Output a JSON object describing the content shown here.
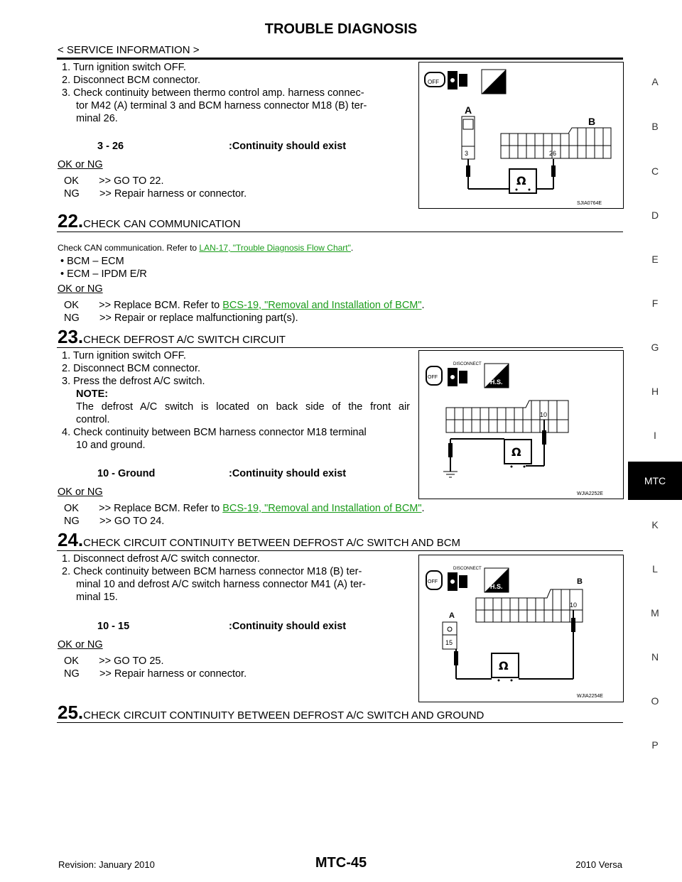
{
  "header": {
    "title": "TROUBLE DIAGNOSIS",
    "subtitle": "< SERVICE INFORMATION >"
  },
  "side_index": [
    "A",
    "B",
    "C",
    "D",
    "E",
    "F",
    "G",
    "H",
    "I",
    "MTC",
    "K",
    "L",
    "M",
    "N",
    "O",
    "P"
  ],
  "step21": {
    "lines": [
      "1.  Turn ignition switch OFF.",
      "2.  Disconnect BCM connector.",
      "3.  Check continuity between thermo control amp. harness connec-",
      "tor M42 (A) terminal 3 and BCM harness connector M18 (B) ter-",
      "minal 26."
    ],
    "spec_left": "3 - 26",
    "spec_right": ":Continuity should exist",
    "ok_ng": "OK or NG",
    "ok": "OK       >> GO TO 22.",
    "ng": "NG       >> Repair harness or connector.",
    "diagram_code": "SJIA0764E",
    "labels": {
      "a": "A",
      "b": "B",
      "t1": "3",
      "t2": "26"
    }
  },
  "step22": {
    "num": "22.",
    "title": "CHECK CAN COMMUNICATION",
    "intro": "Check CAN communication. Refer to ",
    "intro_link": "LAN-17, \"Trouble Diagnosis Flow Chart\"",
    "intro_end": ".",
    "bullets": [
      "BCM – ECM",
      "ECM – IPDM E/R"
    ],
    "ok_ng": "OK or NG",
    "ok_text": "OK       >> Replace BCM. Refer to ",
    "ok_link": "BCS-19, \"Removal and Installation of BCM\"",
    "ok_end": ".",
    "ng": "NG       >> Repair or replace malfunctioning part(s)."
  },
  "step23": {
    "num": "23.",
    "title": "CHECK DEFROST A/C SWITCH CIRCUIT",
    "lines": [
      "1.  Turn ignition switch OFF.",
      "2.  Disconnect BCM connector.",
      "3.  Press the defrost A/C switch."
    ],
    "note_label": "NOTE:",
    "note_1": "The defrost A/C switch is located on back side of the front air",
    "note_2": "control.",
    "line4a": "4.  Check continuity between BCM harness connector M18 terminal",
    "line4b": "10 and ground.",
    "spec_left": "10 - Ground",
    "spec_right": ":Continuity should exist",
    "ok_ng": "OK or NG",
    "ok_text": "OK       >> Replace BCM. Refer to ",
    "ok_link": "BCS-19, \"Removal and Installation of BCM\"",
    "ok_end": ".",
    "ng": "NG       >> GO TO 24.",
    "diagram_code": "WJIA2252E",
    "labels": {
      "disconnect": "DISCONNECT",
      "hs": "H.S.",
      "t": "10"
    }
  },
  "step24": {
    "num": "24.",
    "title": "CHECK CIRCUIT CONTINUITY BETWEEN DEFROST A/C SWITCH AND BCM",
    "lines": [
      "1.  Disconnect defrost A/C switch connector.",
      "2.  Check continuity between BCM harness connector M18 (B) ter-",
      "minal 10 and defrost A/C switch harness connector M41 (A) ter-",
      "minal 15."
    ],
    "spec_left": "10 - 15",
    "spec_right": ":Continuity should exist",
    "ok_ng": "OK or NG",
    "ok": "OK       >> GO TO 25.",
    "ng": "NG       >> Repair harness or connector.",
    "diagram_code": "WJIA2254E",
    "labels": {
      "disconnect": "DISCONNECT",
      "hs": "H.S.",
      "a": "A",
      "b": "B",
      "t1": "10",
      "t2": "15"
    }
  },
  "step25": {
    "num": "25.",
    "title": "CHECK CIRCUIT CONTINUITY BETWEEN DEFROST A/C SWITCH AND GROUND"
  },
  "footer": {
    "revision": "Revision: January 2010",
    "page": "MTC-45",
    "model": "2010 Versa"
  }
}
